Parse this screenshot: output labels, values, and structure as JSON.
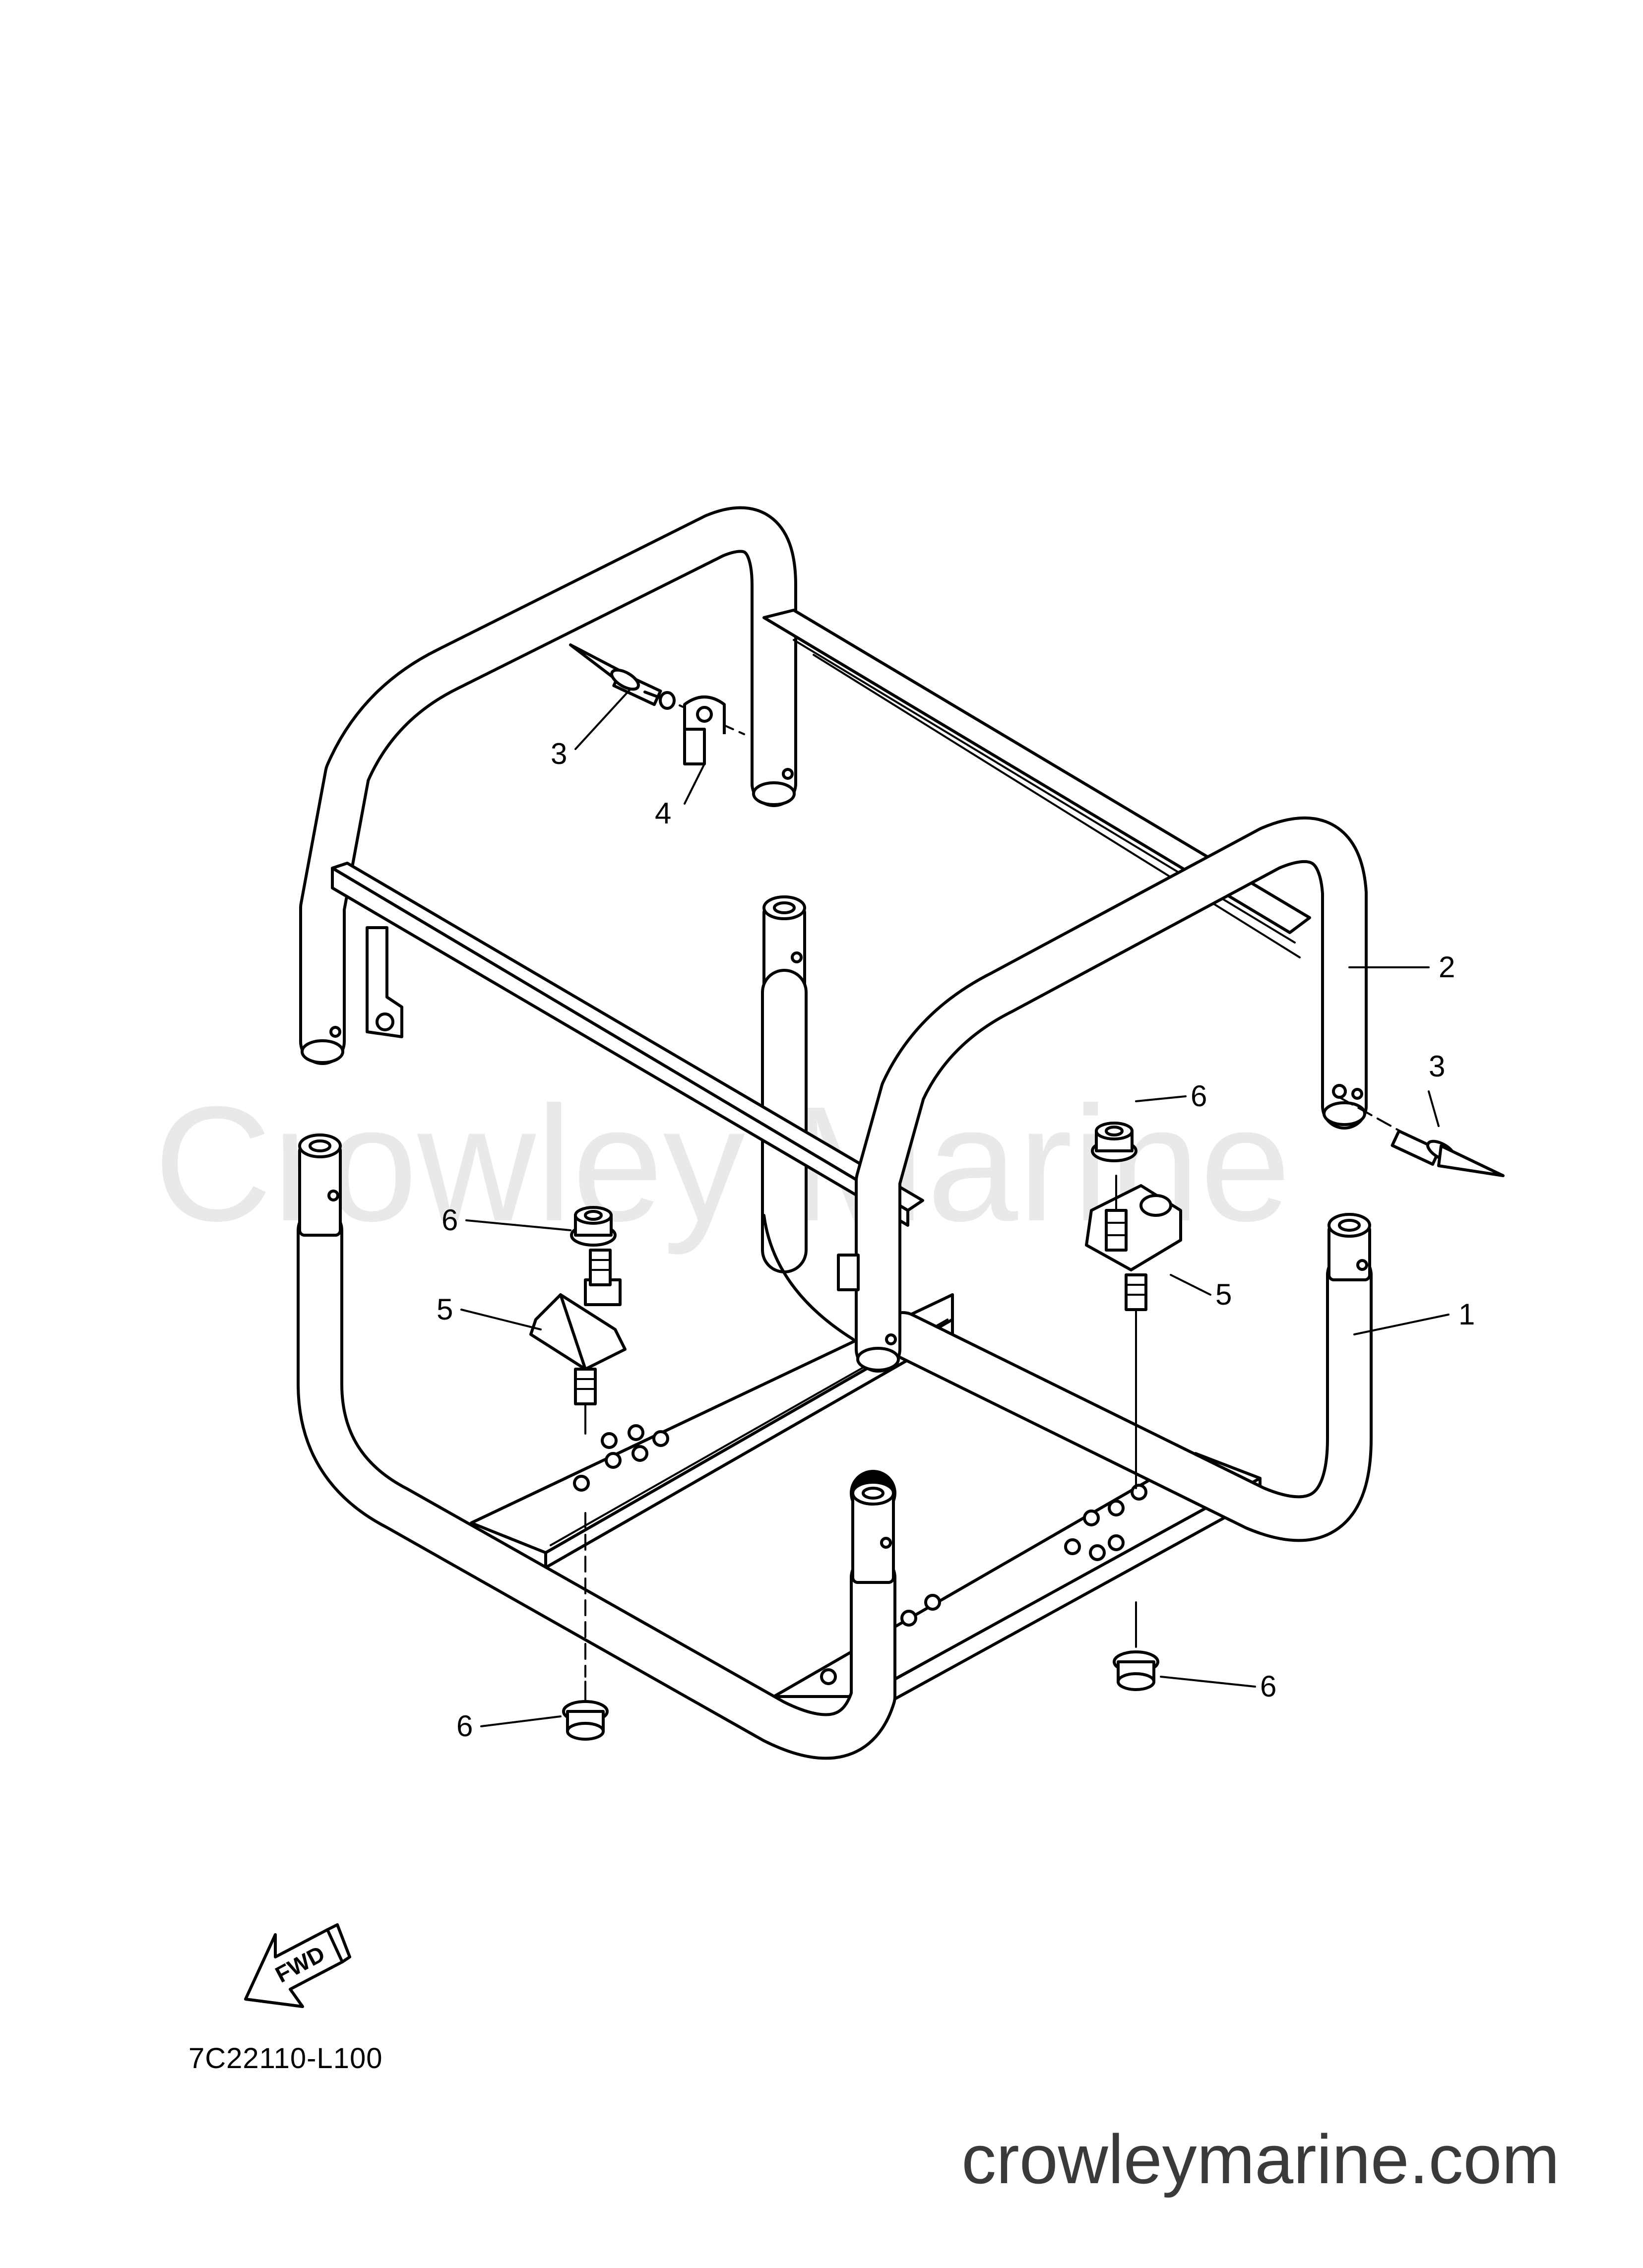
{
  "diagram": {
    "watermark": "Crowley Marine",
    "part_code": "7C22110-L100",
    "fwd_label": "FWD",
    "site": "crowleymarine.com",
    "callouts": {
      "c1": "1",
      "c2": "2",
      "c3a": "3",
      "c3b": "3",
      "c4": "4",
      "c5a": "5",
      "c5b": "5",
      "c6a": "6",
      "c6b": "6",
      "c6c": "6",
      "c6d": "6"
    }
  }
}
